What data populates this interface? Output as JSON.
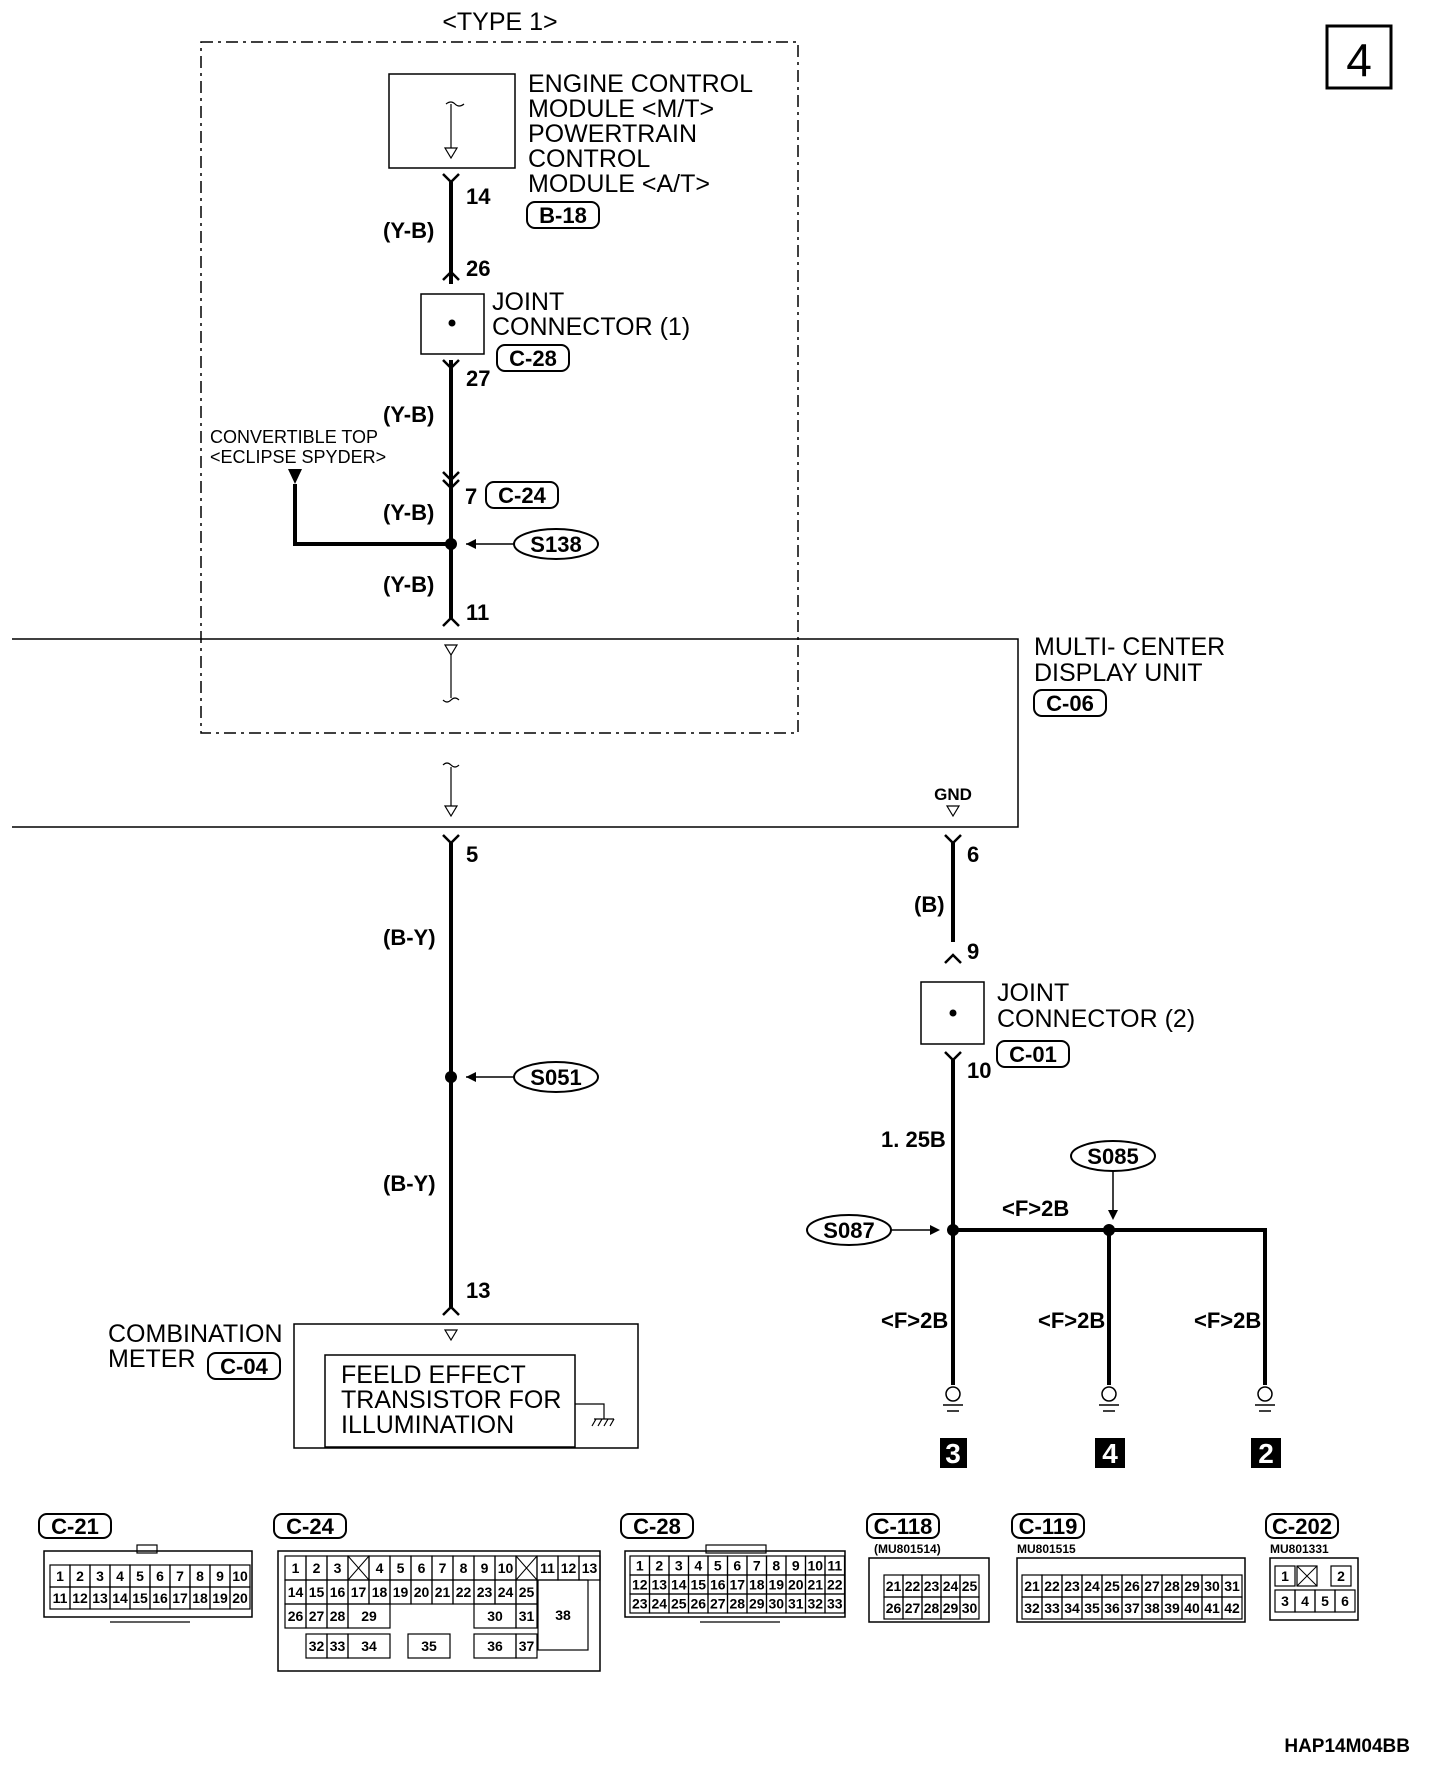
{
  "page_number": "4",
  "type_label": "<TYPE 1>",
  "ecm": {
    "lines": [
      "ENGINE CONTROL",
      "MODULE <M/T>",
      "POWERTRAIN",
      "CONTROL",
      "MODULE <A/T>"
    ],
    "connector": "B-18",
    "pin": "14"
  },
  "wires": {
    "yb": "(Y-B)",
    "by": "(B-Y)",
    "b": "(B)",
    "b125": "1. 25B",
    "f2b": "<F>2B"
  },
  "joint1": {
    "lines": [
      "JOINT",
      "CONNECTOR (1)"
    ],
    "connector": "C-28",
    "pin_in": "26",
    "pin_out": "27"
  },
  "convertible": {
    "lines": [
      "CONVERTIBLE TOP",
      "<ECLIPSE SPYDER>"
    ]
  },
  "junction_c24": {
    "pin": "7",
    "connector": "C-24"
  },
  "splices": {
    "s138": "S138",
    "s051": "S051",
    "s087": "S087",
    "s085": "S085"
  },
  "mcdu": {
    "lines": [
      "MULTI- CENTER",
      "DISPLAY UNIT"
    ],
    "connector": "C-06",
    "pin_11": "11",
    "pin_5": "5",
    "pin_6": "6",
    "gnd": "GND"
  },
  "joint2": {
    "lines": [
      "JOINT",
      "CONNECTOR (2)"
    ],
    "connector": "C-01",
    "pin_in": "9",
    "pin_out": "10"
  },
  "meter": {
    "lines": [
      "COMBINATION",
      "METER"
    ],
    "connector": "C-04",
    "pin": "13",
    "fet_lines": [
      "FEELD EFFECT",
      "TRANSISTOR FOR",
      "ILLUMINATION"
    ]
  },
  "grounds": [
    "3",
    "4",
    "2"
  ],
  "connector_views": [
    {
      "label": "C-21",
      "code": ""
    },
    {
      "label": "C-24",
      "code": ""
    },
    {
      "label": "C-28",
      "code": ""
    },
    {
      "label": "C-118",
      "code": "(MU801514)"
    },
    {
      "label": "C-119",
      "code": "MU801515"
    },
    {
      "label": "C-202",
      "code": "MU801331"
    }
  ],
  "c21_rows": [
    [
      "1",
      "2",
      "3",
      "4",
      "5",
      "6",
      "7",
      "8",
      "9",
      "10"
    ],
    [
      "11",
      "12",
      "13",
      "14",
      "15",
      "16",
      "17",
      "18",
      "19",
      "20"
    ]
  ],
  "c24_rows": [
    [
      "1",
      "2",
      "3",
      "",
      "4",
      "5",
      "6",
      "7",
      "8",
      "9",
      "10",
      "",
      "11",
      "12",
      "13"
    ],
    [
      "14",
      "15",
      "16",
      "17",
      "18",
      "19",
      "20",
      "21",
      "22",
      "23",
      "24",
      "25"
    ]
  ],
  "c24_extra": [
    "26",
    "27",
    "28",
    "29",
    "30",
    "31",
    "32",
    "33",
    "34",
    "35",
    "36",
    "37",
    "38"
  ],
  "c28_rows": [
    [
      "1",
      "2",
      "3",
      "4",
      "5",
      "6",
      "7",
      "8",
      "9",
      "10",
      "11"
    ],
    [
      "12",
      "13",
      "14",
      "15",
      "16",
      "17",
      "18",
      "19",
      "20",
      "21",
      "22"
    ],
    [
      "23",
      "24",
      "25",
      "26",
      "27",
      "28",
      "29",
      "30",
      "31",
      "32",
      "33"
    ]
  ],
  "c118_rows": [
    [
      "21",
      "22",
      "23",
      "24",
      "25"
    ],
    [
      "26",
      "27",
      "28",
      "29",
      "30"
    ]
  ],
  "c119_rows": [
    [
      "21",
      "22",
      "23",
      "24",
      "25",
      "26",
      "27",
      "28",
      "29",
      "30",
      "31"
    ],
    [
      "32",
      "33",
      "34",
      "35",
      "36",
      "37",
      "38",
      "39",
      "40",
      "41",
      "42"
    ]
  ],
  "c202_rows": [
    [
      "1",
      "",
      "2"
    ],
    [
      "3",
      "4",
      "5",
      "6"
    ]
  ],
  "footer_code": "HAP14M04BB"
}
